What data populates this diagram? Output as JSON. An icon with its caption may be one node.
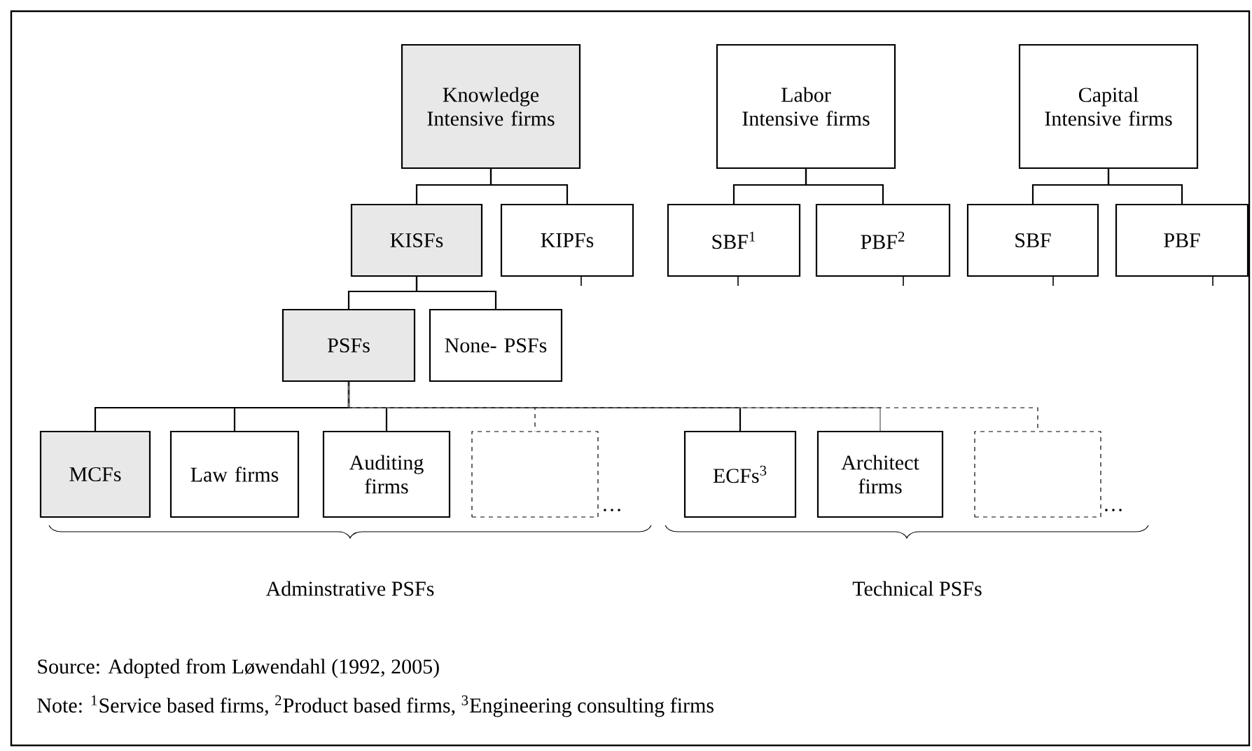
{
  "diagram": {
    "nodes": [
      {
        "text": [
          "Knowledge Intensive firms"
        ]
      },
      {
        "text": [
          "Labor Intensive firms"
        ]
      },
      {
        "text": [
          "Capital Intensive firms"
        ]
      },
      {
        "text": [
          "KISFs"
        ]
      },
      {
        "text": [
          "KIPFs"
        ]
      },
      {
        "text": [
          "SBF$^{1}$"
        ]
      },
      {
        "text": [
          "PBF$^{2}$"
        ]
      },
      {
        "text": [
          "SBF"
        ]
      },
      {
        "text": [
          "PBF"
        ]
      },
      {
        "text": [
          "PSFs"
        ]
      },
      {
        "text": [
          "None- PSFs"
        ]
      },
      {
        "text": [
          "MCFs"
        ]
      },
      {
        "text": [
          "Law firms"
        ]
      },
      {
        "text": [
          "Auditing firms"
        ]
      },
      {
        "text": [],
        "shape": "box"
      },
      {
        "text": [
          "ECFs$^{3}$"
        ]
      },
      {
        "text": [
          "Architect firms"
        ]
      },
      {
        "text": [],
        "shape": "box"
      }
    ],
    "edges": [
      {
        "from": 0,
        "to": 3,
        "arrow": "none"
      },
      {
        "from": 0,
        "to": 4,
        "arrow": "none"
      },
      {
        "from": 1,
        "to": 5,
        "arrow": "none"
      },
      {
        "from": 1,
        "to": 6,
        "arrow": "none"
      },
      {
        "from": 2,
        "to": 7,
        "arrow": "none"
      },
      {
        "from": 2,
        "to": 8,
        "arrow": "none"
      },
      {
        "from": 3,
        "to": 9,
        "arrow": "none"
      },
      {
        "from": 3,
        "to": 10,
        "arrow": "none"
      },
      {
        "from": 9,
        "to": 11,
        "arrow": "none"
      },
      {
        "from": 9,
        "to": 12,
        "arrow": "none"
      },
      {
        "from": 9,
        "to": 13,
        "arrow": "none"
      },
      {
        "from": 9,
        "to": 14,
        "arrow": "none",
        "style": "dashed"
      },
      {
        "from": 9,
        "to": 15,
        "arrow": "none"
      },
      {
        "from": 9,
        "to": 16,
        "arrow": "none",
        "color": "#808080"
      },
      {
        "from": 9,
        "to": 17,
        "arrow": "none",
        "style": "dashed"
      }
    ],
    "labels": [
      "…",
      "…",
      "Adminstrative PSFs",
      "Technical PSFs",
      "Source: Adopted from Løwendahl (1992, 2005)",
      "Note: $^{1}$Service based firms, $^{2}$Product based firms, $^{3}$Engineering consulting firms"
    ]
  }
}
